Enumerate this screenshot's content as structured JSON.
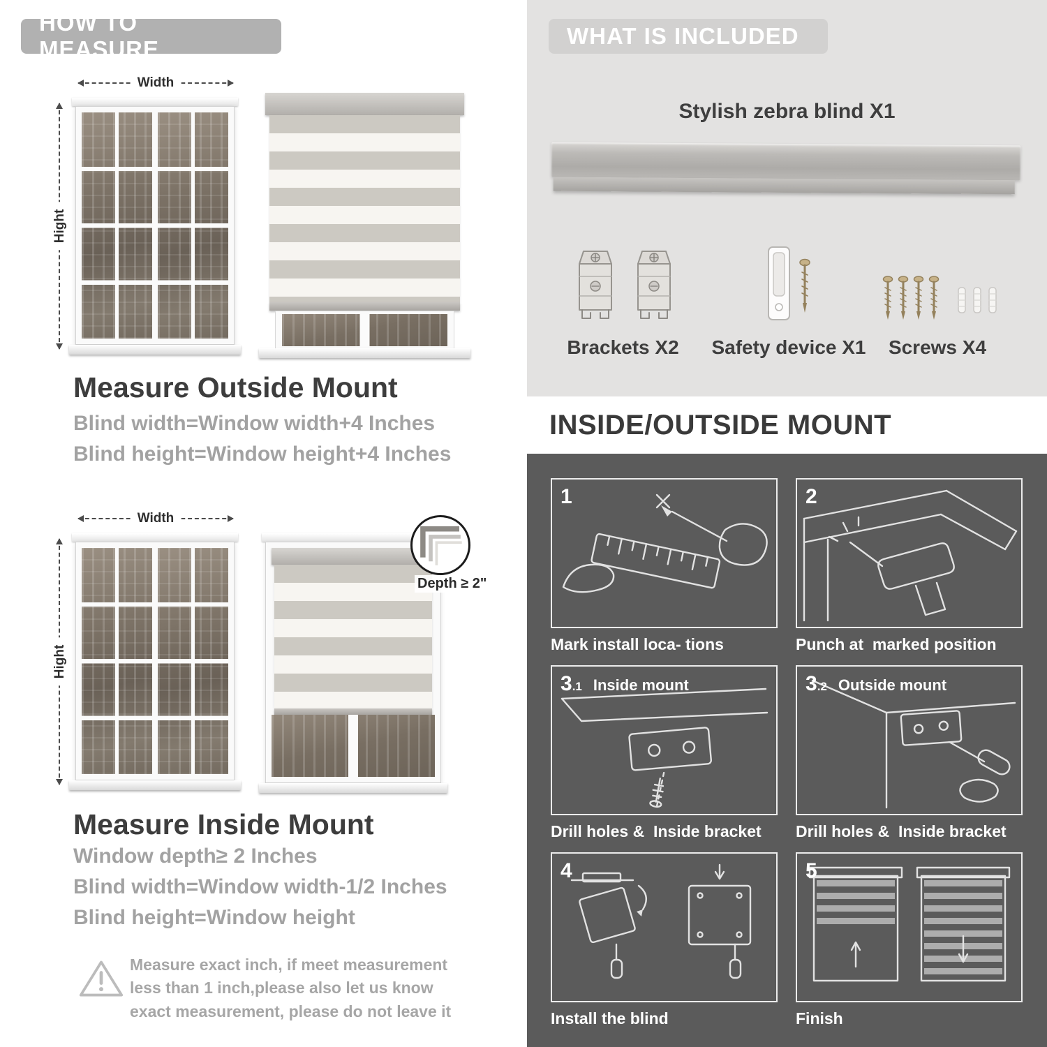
{
  "colors": {
    "header_pill": "#b1b1b1",
    "included_bg": "#e3e2e1",
    "dark_bg": "#5b5b5b"
  },
  "measure": {
    "header": "HOW TO MEASURE",
    "width_label": "Width",
    "height_label": "Hight",
    "outside_title": "Measure Outside Mount",
    "outside_line1": "Blind width=Window width+4 Inches",
    "outside_line2": "Blind height=Window height+4 Inches",
    "depth_callout": "Depth ≥ 2\"",
    "inside_title": "Measure Inside Mount",
    "inside_line1": "Window depth≥ 2 Inches",
    "inside_line2": "Blind width=Window width-1/2 Inches",
    "inside_line3": "Blind height=Window height",
    "note": "Measure exact inch, if meet measurement less than 1 inch,please also let us know exact measurement, please do not leave it"
  },
  "included": {
    "header": "WHAT IS INCLUDED",
    "blind_label": "Stylish zebra blind X1",
    "items": [
      {
        "label": "Brackets X2"
      },
      {
        "label": "Safety device X1"
      },
      {
        "label": "Screws X4"
      }
    ]
  },
  "mount": {
    "header": "INSIDE/OUTSIDE MOUNT",
    "steps": [
      {
        "num_main": "1",
        "num_sub": "",
        "label": "",
        "caption": "Mark install loca- tions"
      },
      {
        "num_main": "2",
        "num_sub": "",
        "label": "",
        "caption": "Punch at  marked position"
      },
      {
        "num_main": "3",
        "num_sub": ".1",
        "label": "Inside mount",
        "caption": "Drill holes &  Inside bracket"
      },
      {
        "num_main": "3",
        "num_sub": ".2",
        "label": "Outside mount",
        "caption": "Drill holes &  Inside bracket"
      },
      {
        "num_main": "4",
        "num_sub": "",
        "label": "",
        "caption": "Install the blind"
      },
      {
        "num_main": "5",
        "num_sub": "",
        "label": "",
        "caption": "Finish"
      }
    ]
  }
}
